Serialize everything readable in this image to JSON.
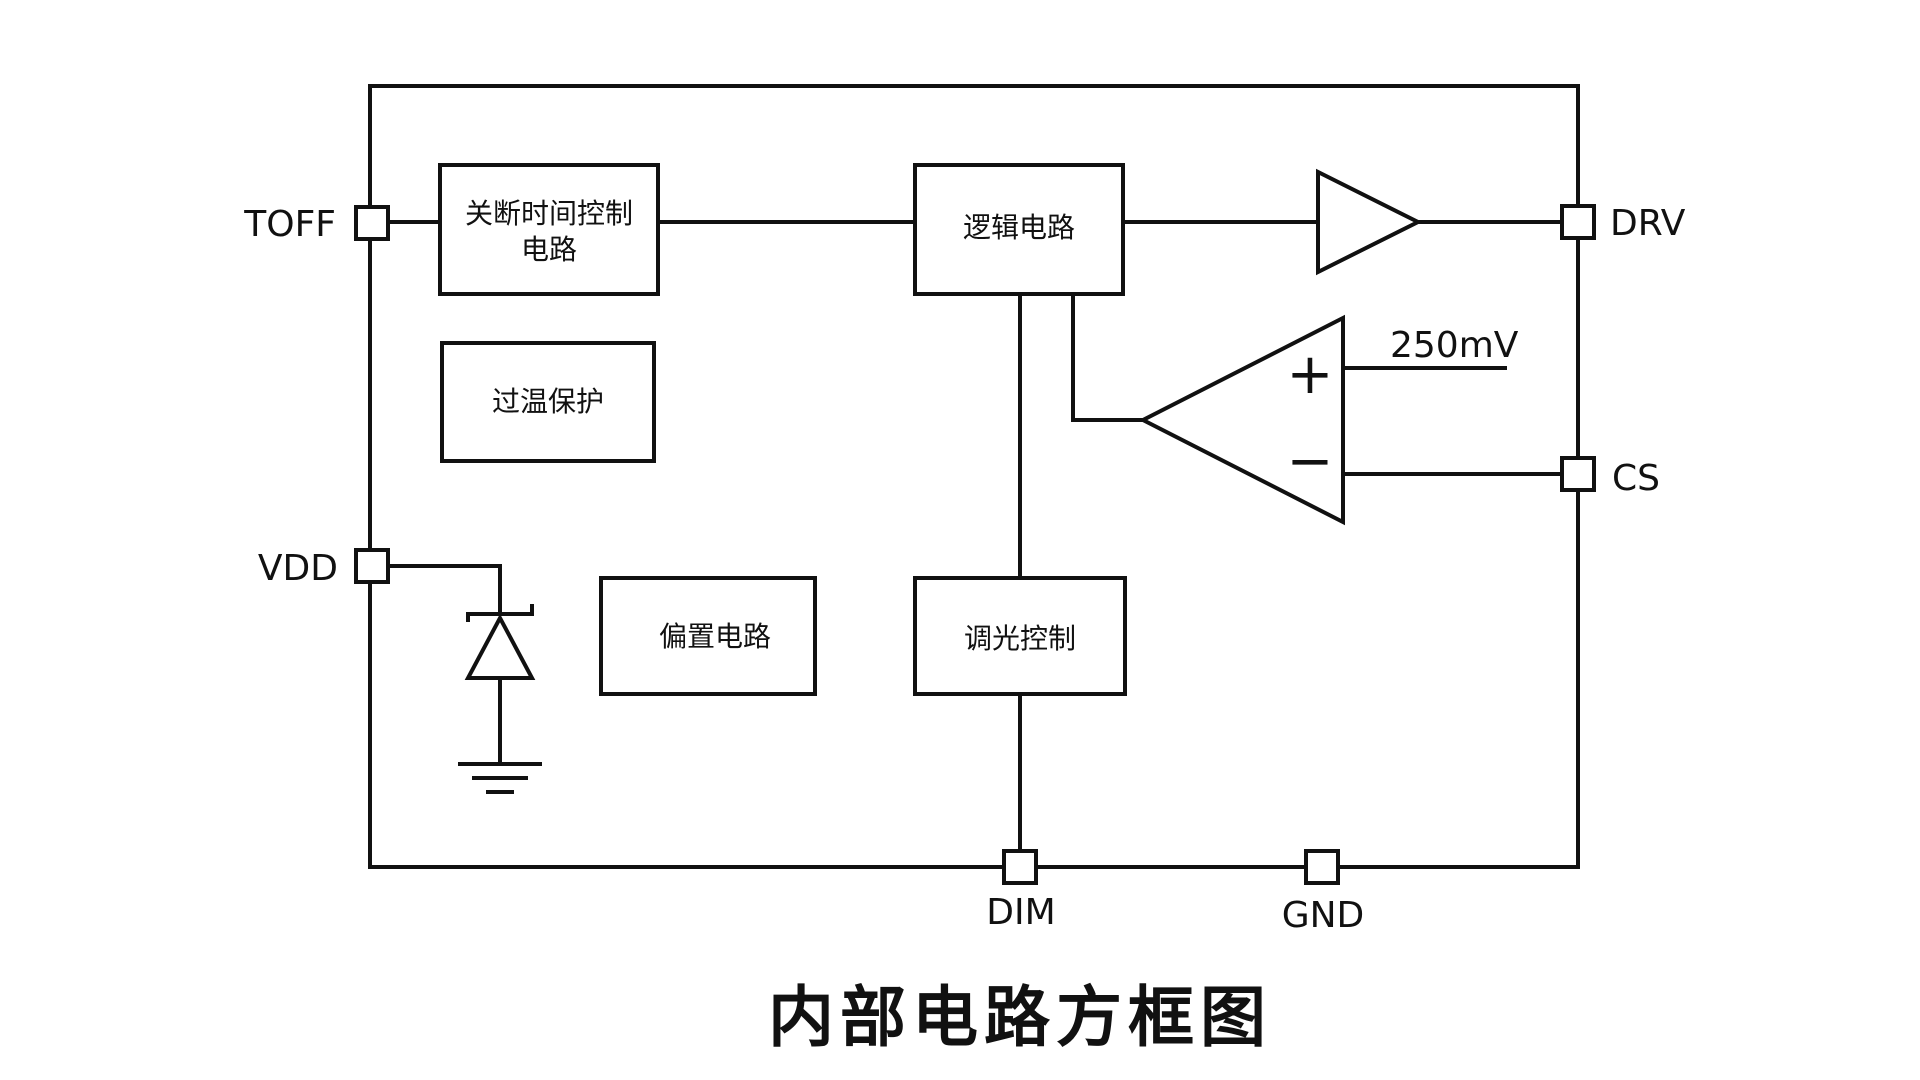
{
  "title": "内部电路方框图",
  "pins": {
    "toff": "TOFF",
    "vdd": "VDD",
    "drv": "DRV",
    "cs": "CS",
    "dim": "DIM",
    "gnd": "GND"
  },
  "blocks": {
    "off_time_control_line1": "关断时间控制",
    "off_time_control_line2": "电路",
    "logic_circuit": "逻辑电路",
    "over_temp_protection": "过温保护",
    "bias_circuit": "偏置电路",
    "dimming_control": "调光控制"
  },
  "comparator": {
    "reference": "250mV",
    "plus": "+",
    "minus": "−"
  },
  "colors": {
    "line": "#111111",
    "background": "#ffffff"
  }
}
